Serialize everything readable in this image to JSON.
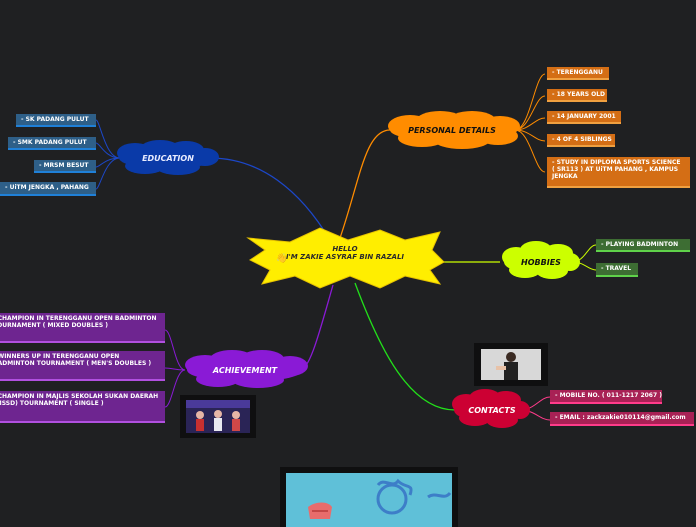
{
  "central": {
    "greeting": "HELLO",
    "name": "I'M ZAKIE ASYRAF BIN RAZALI",
    "icon": "waving-hand-icon",
    "color": "#ffee00"
  },
  "branches": {
    "personal": {
      "label": "PERSONAL DETAILS",
      "color": "#ff8c00",
      "items": [
        "- TERENGGANU",
        "- 18 YEARS OLD",
        "- 14 JANUARY 2001",
        "- 4 OF 4 SIBLINGS",
        "- STUDY IN DIPLOMA SPORTS SCIENCE ( SR113 ) AT UiTM PAHANG , KAMPUS JENGKA"
      ]
    },
    "education": {
      "label": "EDUCATION",
      "color": "#0a3aa8",
      "items": [
        "- SK PADANG PULUT",
        "- SMK PADANG PULUT",
        "- MRSM BESUT",
        "- UiTM JENGKA , PAHANG"
      ]
    },
    "hobbies": {
      "label": "HOBBIES",
      "color": "#ccff00",
      "items": [
        "- PLAYING BADMINTON",
        "- TRAVEL"
      ]
    },
    "achievement": {
      "label": "ACHIEVEMENT",
      "color": "#8a1ad6",
      "items": [
        "- CHAMPION IN TERENGGANU OPEN BADMINTON TOURNAMENT ( MIXED DOUBLES )",
        "- WINNERS UP IN TERENGGANU OPEN BADMINTON TOURNAMENT ( MEN'S DOUBLES )",
        "- CHAMPION IN MAJLIS SEKOLAH SUKAN DAERAH (MSSD) TOURNAMENT ( SINGLE )"
      ]
    },
    "contacts": {
      "label": "CONTACTS",
      "color": "#cc0033",
      "items": [
        "- MOBILE NO. ( 011-1217 2067 )",
        "- EMAIL : zackzakie010114@gmail.com"
      ]
    }
  }
}
